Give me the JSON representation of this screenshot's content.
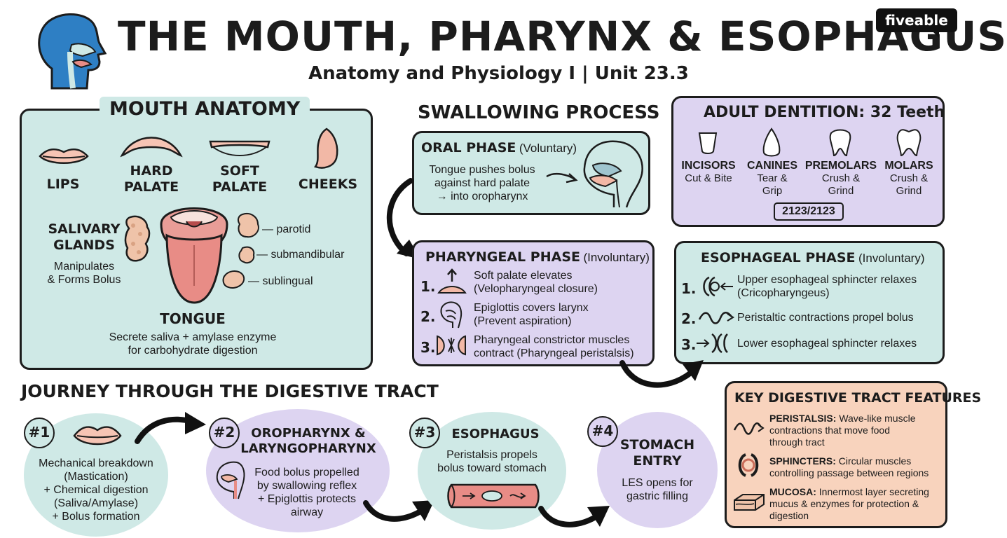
{
  "header": {
    "title": "THE MOUTH, PHARYNX & ESOPHAGUS",
    "subtitle": "Anatomy and Physiology I | Unit 23.3",
    "brand": "fiveable"
  },
  "mouth_anatomy": {
    "title": "MOUTH ANATOMY",
    "lips": "LIPS",
    "hard_palate": [
      "HARD",
      "PALATE"
    ],
    "soft_palate": [
      "SOFT",
      "PALATE"
    ],
    "cheeks": "CHEEKS",
    "salivary_glands": [
      "SALIVARY",
      "GLANDS"
    ],
    "manipulates": [
      "Manipulates",
      "& Forms Bolus"
    ],
    "parotid": "— parotid",
    "submandibular": "— submandibular",
    "sublingual": "— sublingual",
    "tongue": "TONGUE",
    "secrete": [
      "Secrete saliva + amylase enzyme",
      "for carbohydrate digestion"
    ]
  },
  "swallowing": {
    "title": "SWALLOWING PROCESS",
    "oral": {
      "title": "ORAL PHASE",
      "qual": "(Voluntary)",
      "lines": [
        "Tongue pushes bolus",
        "against hard palate",
        "→ into oropharynx"
      ]
    },
    "pharyngeal": {
      "title": "PHARYNGEAL PHASE",
      "qual": "(Involuntary)",
      "steps": [
        {
          "n": "1.",
          "l1": "Soft palate elevates",
          "l2": "(Velopharyngeal closure)"
        },
        {
          "n": "2.",
          "l1": "Epiglottis covers larynx",
          "l2": "(Prevent aspiration)"
        },
        {
          "n": "3.",
          "l1": "Pharyngeal constrictor muscles",
          "l2": "contract (Pharyngeal peristalsis)"
        }
      ]
    }
  },
  "dentition": {
    "title": "ADULT DENTITION: 32 Teeth",
    "types": [
      {
        "name": "INCISORS",
        "d1": "Cut & Bite",
        "d2": ""
      },
      {
        "name": "CANINES",
        "d1": "Tear &",
        "d2": "Grip"
      },
      {
        "name": "PREMOLARS",
        "d1": "Crush &",
        "d2": "Grind"
      },
      {
        "name": "MOLARS",
        "d1": "Crush &",
        "d2": "Grind"
      }
    ],
    "formula": "2123/2123"
  },
  "esophageal": {
    "title": "ESOPHAGEAL PHASE",
    "qual": "(Involuntary)",
    "steps": [
      {
        "n": "1.",
        "l1": "Upper esophageal sphincter relaxes",
        "l2": "(Cricopharyngeus)"
      },
      {
        "n": "2.",
        "l1": "Peristaltic contractions propel bolus",
        "l2": ""
      },
      {
        "n": "3.",
        "l1": "Lower esophageal sphincter relaxes",
        "l2": ""
      }
    ]
  },
  "journey": {
    "title": "JOURNEY THROUGH THE DIGESTIVE TRACT",
    "stages": [
      {
        "num": "#1",
        "lines": [
          "Mechanical breakdown",
          "(Mastication)",
          "+ Chemical digestion",
          "(Saliva/Amylase)",
          "+ Bolus formation"
        ]
      },
      {
        "num": "#2",
        "title": [
          "OROPHARYNX &",
          "LARYNGOPHARYNX"
        ],
        "lines": [
          "Food bolus propelled",
          "by swallowing reflex",
          "+ Epiglottis protects",
          "airway"
        ]
      },
      {
        "num": "#3",
        "title": [
          "ESOPHAGUS"
        ],
        "lines": [
          "Peristalsis propels",
          "bolus toward stomach"
        ]
      },
      {
        "num": "#4",
        "title": [
          "STOMACH",
          "ENTRY"
        ],
        "lines": [
          "LES opens for",
          "gastric filling"
        ]
      }
    ]
  },
  "features": {
    "title": "KEY DIGESTIVE TRACT FEATURES",
    "items": [
      {
        "term": "PERISTALSIS:",
        "t1": "Wave-like muscle",
        "t2": "contractions that move food",
        "t3": "through tract"
      },
      {
        "term": "SPHINCTERS:",
        "t1": "Circular muscles",
        "t2": "controlling passage between regions",
        "t3": ""
      },
      {
        "term": "MUCOSA:",
        "t1": "Innermost layer secreting",
        "t2": "mucus & enzymes for protection &",
        "t3": "digestion"
      }
    ]
  },
  "colors": {
    "teal": "#cfe9e6",
    "lavender": "#ddd4f1",
    "peach": "#f8d3bd",
    "head_blue": "#2e7fc4",
    "tongue_pink": "#e88c86"
  }
}
